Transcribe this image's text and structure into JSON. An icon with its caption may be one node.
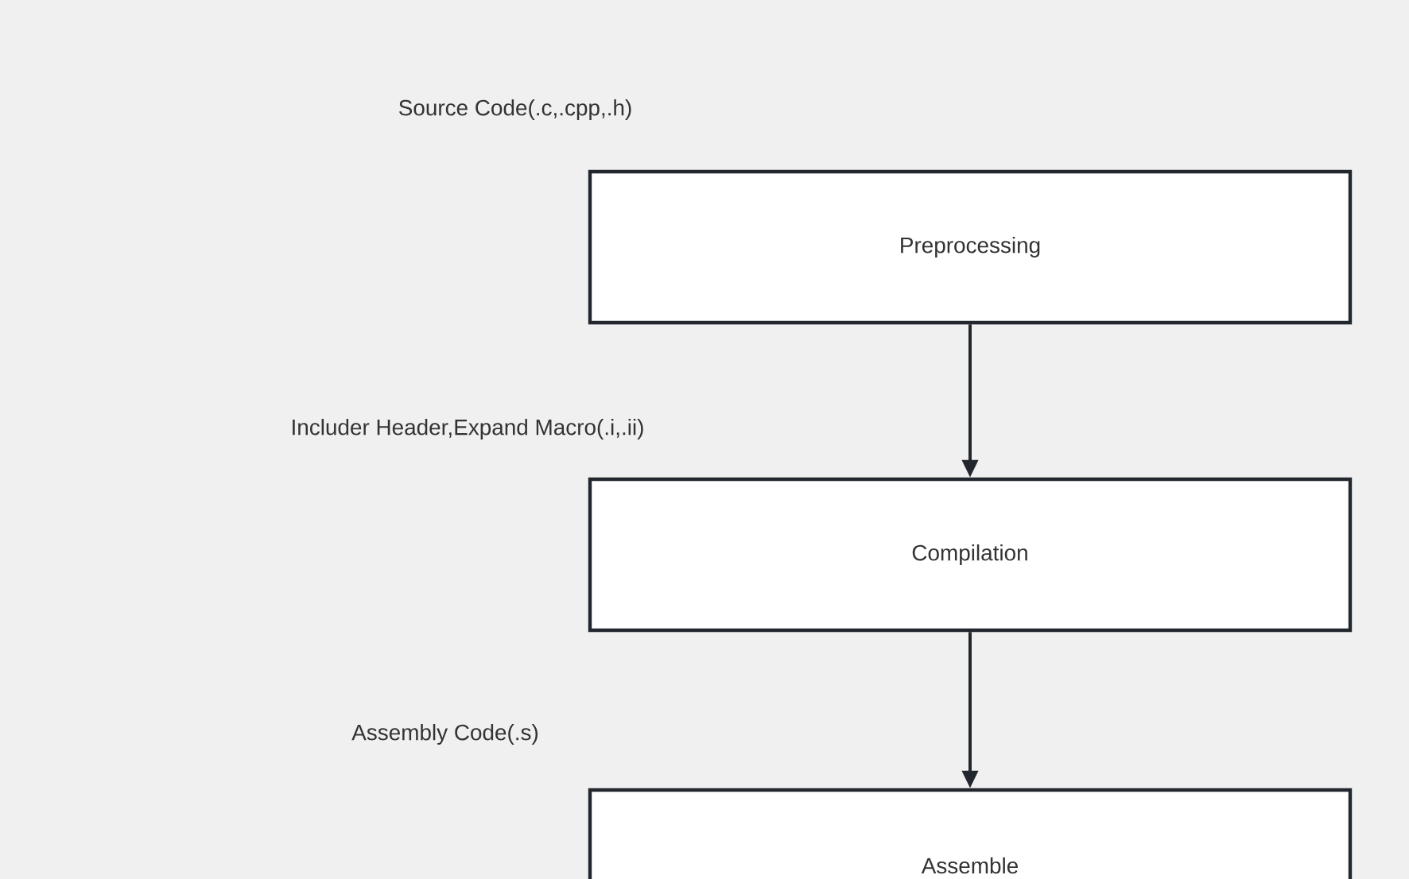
{
  "diagram": {
    "nodes": [
      {
        "text": [
          "Preprocessing"
        ]
      },
      {
        "text": [
          "Compilation"
        ]
      },
      {
        "text": [
          "Assemble"
        ]
      }
    ],
    "edges": [
      {
        "from": 0,
        "to": 1,
        "arrow": "to"
      },
      {
        "from": 1,
        "to": 2,
        "arrow": "to"
      }
    ],
    "labels": [
      "Source Code(.c,.cpp,.h)",
      "Includer Header,Expand Macro(.i,.ii)",
      "Assembly Code(.s)"
    ]
  }
}
